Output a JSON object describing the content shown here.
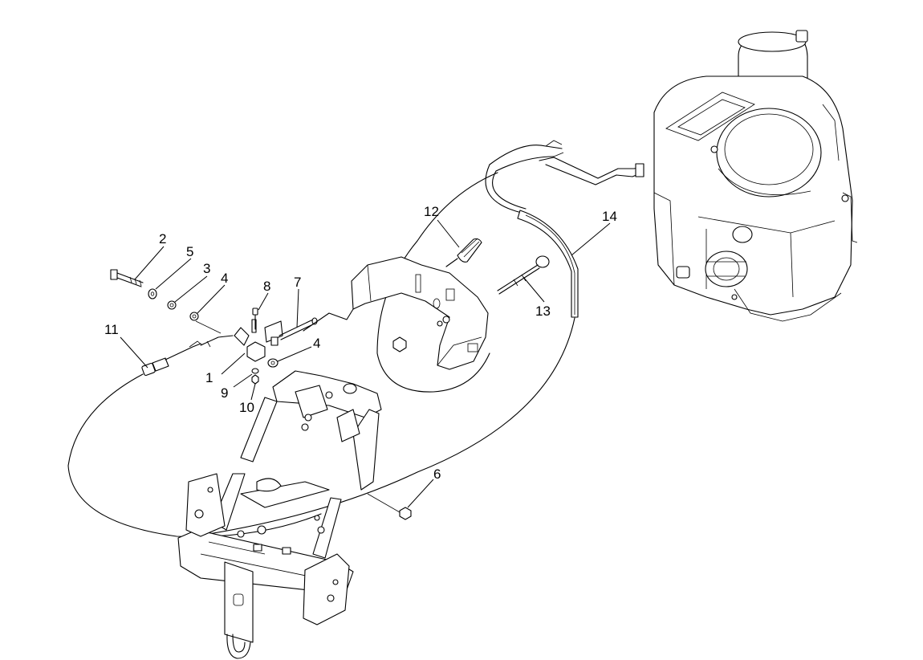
{
  "callouts": [
    {
      "id": "1",
      "label": "1"
    },
    {
      "id": "2",
      "label": "2"
    },
    {
      "id": "3",
      "label": "3"
    },
    {
      "id": "4a",
      "label": "4"
    },
    {
      "id": "4b",
      "label": "4"
    },
    {
      "id": "5",
      "label": "5"
    },
    {
      "id": "6",
      "label": "6"
    },
    {
      "id": "7",
      "label": "7"
    },
    {
      "id": "8",
      "label": "8"
    },
    {
      "id": "9",
      "label": "9"
    },
    {
      "id": "10",
      "label": "10"
    },
    {
      "id": "11",
      "label": "11"
    },
    {
      "id": "12",
      "label": "12"
    },
    {
      "id": "13",
      "label": "13"
    },
    {
      "id": "14",
      "label": "14"
    }
  ]
}
